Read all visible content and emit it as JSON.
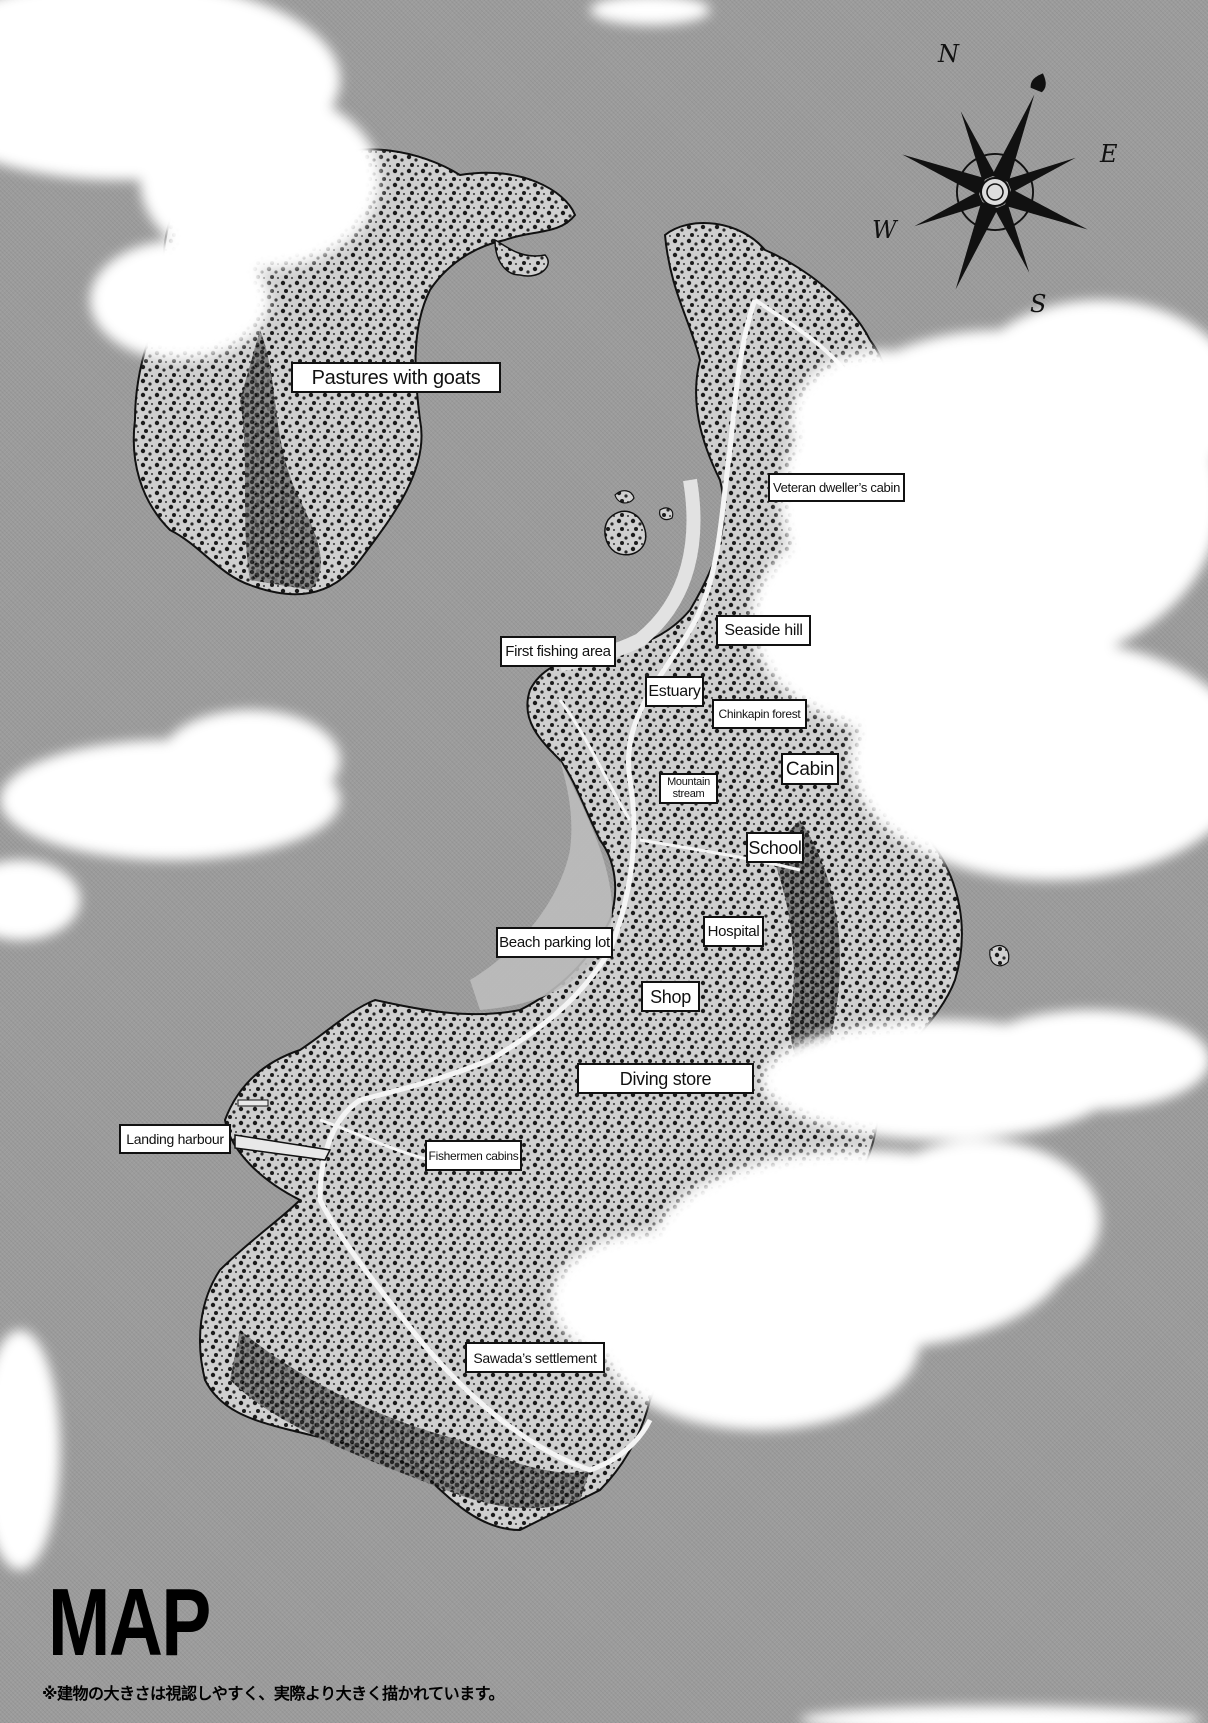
{
  "map": {
    "title": "MAP",
    "note": "※建物の大きさは視認しやすく、実際より大きく描かれています。",
    "compass": {
      "north": "N",
      "east": "E",
      "south": "S",
      "west": "W"
    },
    "labels": [
      {
        "id": "pastures-with-goats",
        "text": "Pastures with goats"
      },
      {
        "id": "veteran-dwellers-cabin",
        "text": "Veteran dweller’s cabin"
      },
      {
        "id": "seaside-hill",
        "text": "Seaside hill"
      },
      {
        "id": "first-fishing-area",
        "text": "First fishing area"
      },
      {
        "id": "estuary",
        "text": "Estuary"
      },
      {
        "id": "chinkapin-forest",
        "text": "Chinkapin forest"
      },
      {
        "id": "cabin",
        "text": "Cabin"
      },
      {
        "id": "mountain-stream",
        "text": "Mountain stream"
      },
      {
        "id": "school",
        "text": "School"
      },
      {
        "id": "hospital",
        "text": "Hospital"
      },
      {
        "id": "beach-parking-lot",
        "text": "Beach parking lot"
      },
      {
        "id": "shop",
        "text": "Shop"
      },
      {
        "id": "diving-store",
        "text": "Diving store"
      },
      {
        "id": "landing-harbour",
        "text": "Landing harbour"
      },
      {
        "id": "fishermen-cabins",
        "text": "Fishermen cabins"
      },
      {
        "id": "sawadas-settlement",
        "text": "Sawada’s settlement"
      }
    ],
    "colors": {
      "sea": "#9c9c9c",
      "land": "#d8d8d8",
      "forest": "#1a1a1a",
      "cloud": "#ffffff",
      "label_bg": "#ffffff",
      "label_border": "#111111"
    }
  }
}
